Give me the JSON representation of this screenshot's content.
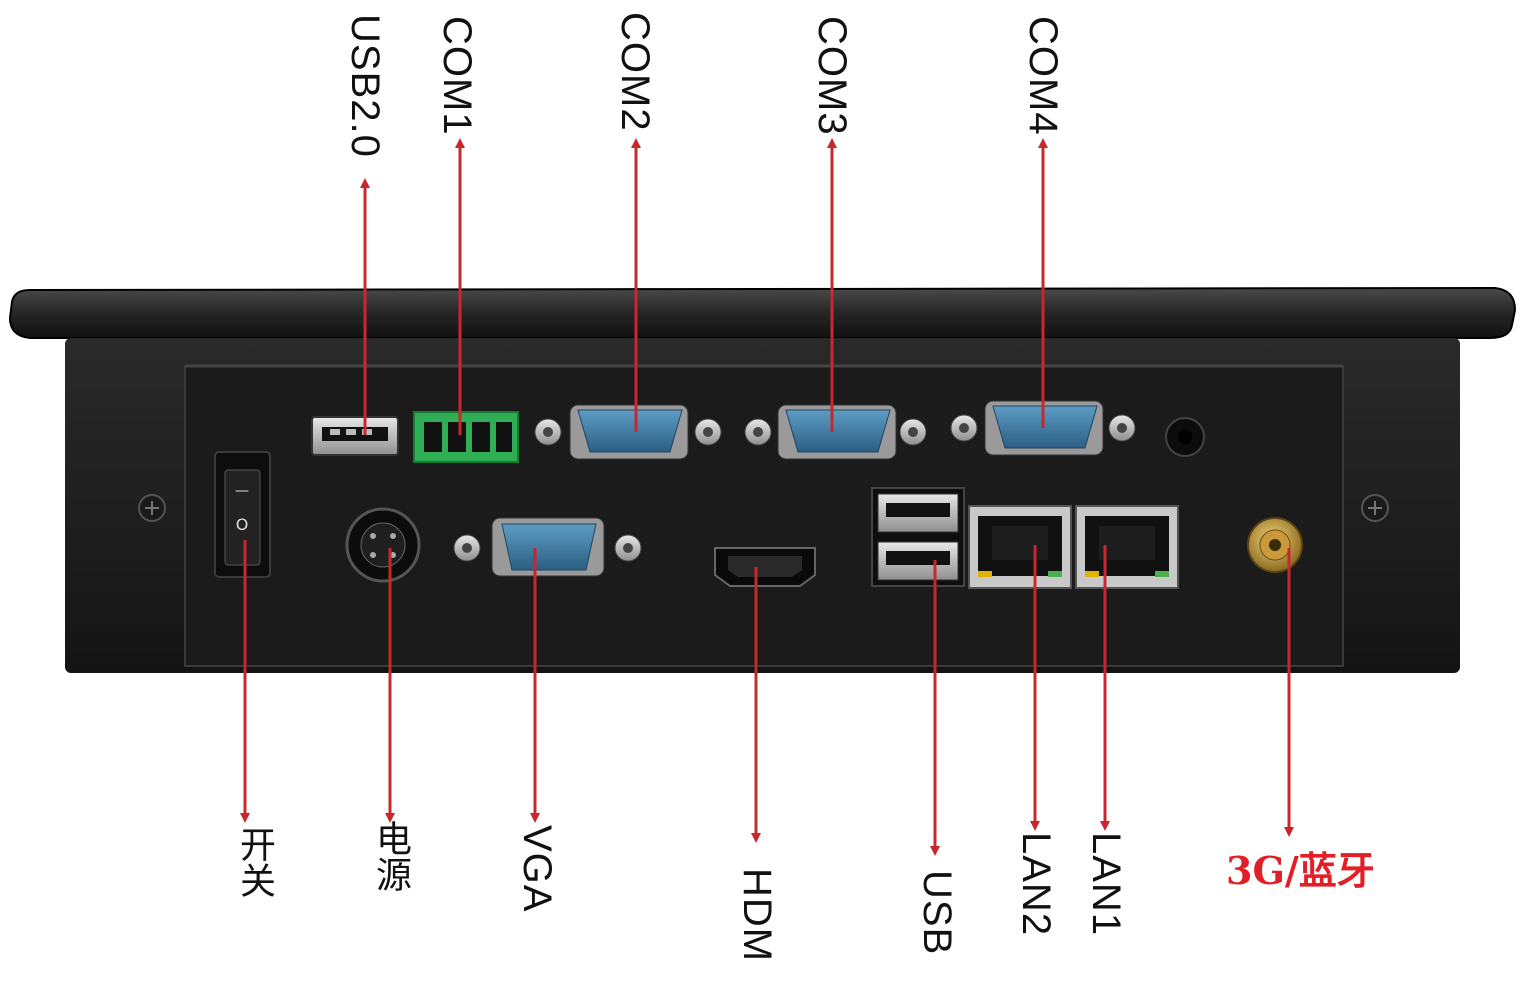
{
  "labels": {
    "usb20": "USB2.0",
    "com1": "COM1",
    "com2": "COM2",
    "com3": "COM3",
    "com4": "COM4",
    "switch": "开关",
    "power": "电源",
    "vga": "VGA",
    "hdmi": "HDM",
    "usb": "USB",
    "lan2": "LAN2",
    "lan1": "LAN1",
    "wireless": "3G/蓝牙"
  },
  "switch_marks": {
    "top": "—",
    "bottom": "O"
  },
  "colors": {
    "arrow": "#c8282c",
    "body": "#1d1d1d",
    "port_blue": "#3b7aa3",
    "terminal_green": "#2fae55",
    "accent_label": "#e21e26"
  }
}
